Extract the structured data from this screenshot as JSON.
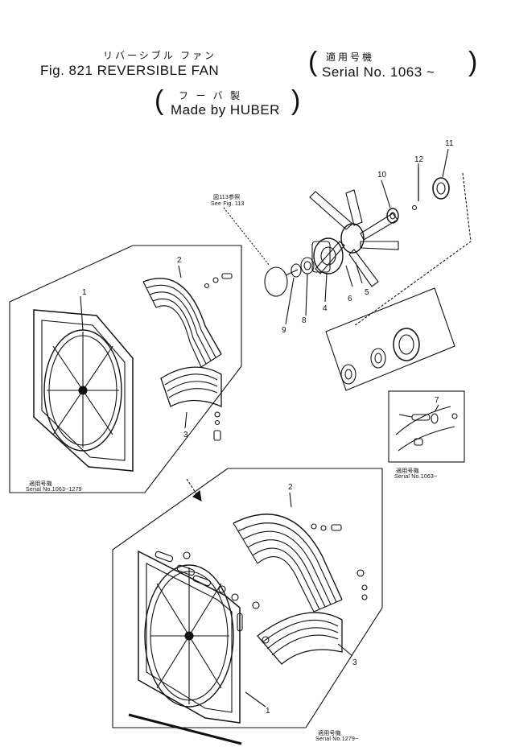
{
  "header": {
    "title_jp": "リバーシブル ファン",
    "title": "Fig. 821  REVERSIBLE FAN",
    "serial_jp": "適用号機",
    "serial": "Serial  No. 1063 ~",
    "maker_jp": "フ ー バ 製",
    "maker": "Made by HUBER"
  },
  "notes": {
    "see_fig_jp": "図113参照",
    "see_fig": "See Fig. 113",
    "applic_jp": "適用号機",
    "serial_range_1": "Serial No.1063~1279",
    "serial_range_inset": "Serial No.1063~",
    "serial_range_2": "Serial No.1279~"
  },
  "callouts": [
    "1",
    "2",
    "3",
    "4",
    "5",
    "6",
    "7",
    "8",
    "9",
    "10",
    "11",
    "12",
    "1",
    "2",
    "3"
  ]
}
